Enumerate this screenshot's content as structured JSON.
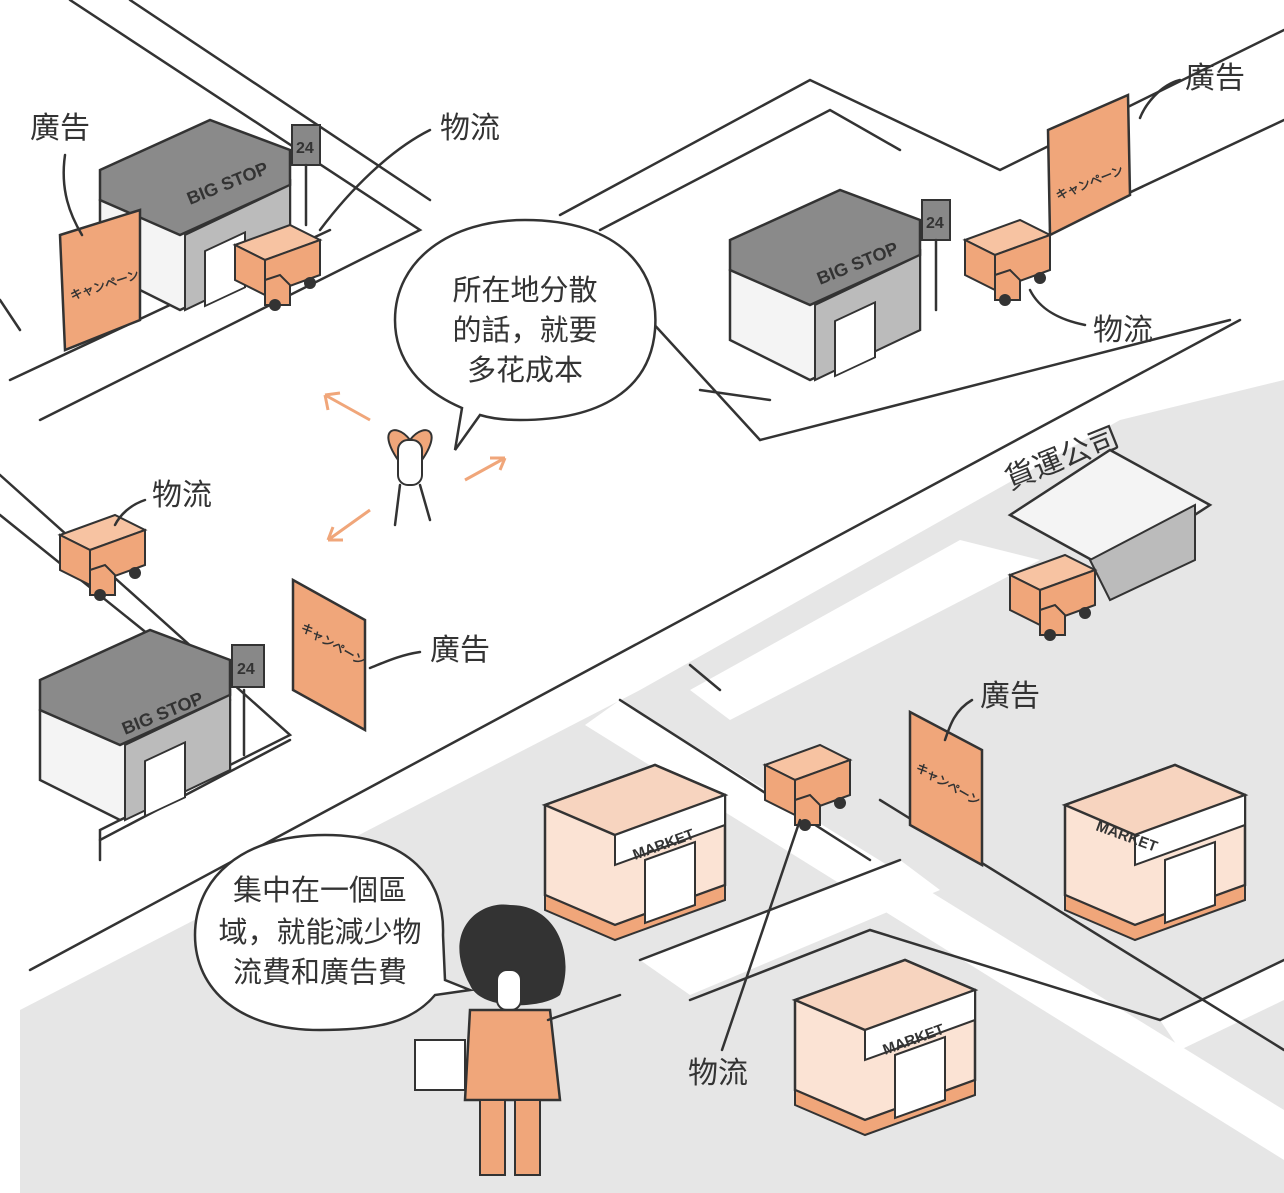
{
  "labels": {
    "ad": "廣告",
    "logistics": "物流",
    "freight_company": "貨運公司"
  },
  "bubble_scattered": {
    "lines": [
      "所在地分散",
      "的話，就要",
      "多花成本"
    ]
  },
  "bubble_concentrated": {
    "lines": [
      "集中在一個區",
      "域，就能減少物",
      "流費和廣告費"
    ]
  },
  "signs": {
    "bigstop": "BIG STOP",
    "campaign": "キャンペーン",
    "market": "MARKET",
    "hours": "24"
  },
  "colors": {
    "orange": "#f0a67a",
    "gray_area": "#e6e6e6",
    "store_gray": "#8a8a8a",
    "ink": "#333333"
  }
}
